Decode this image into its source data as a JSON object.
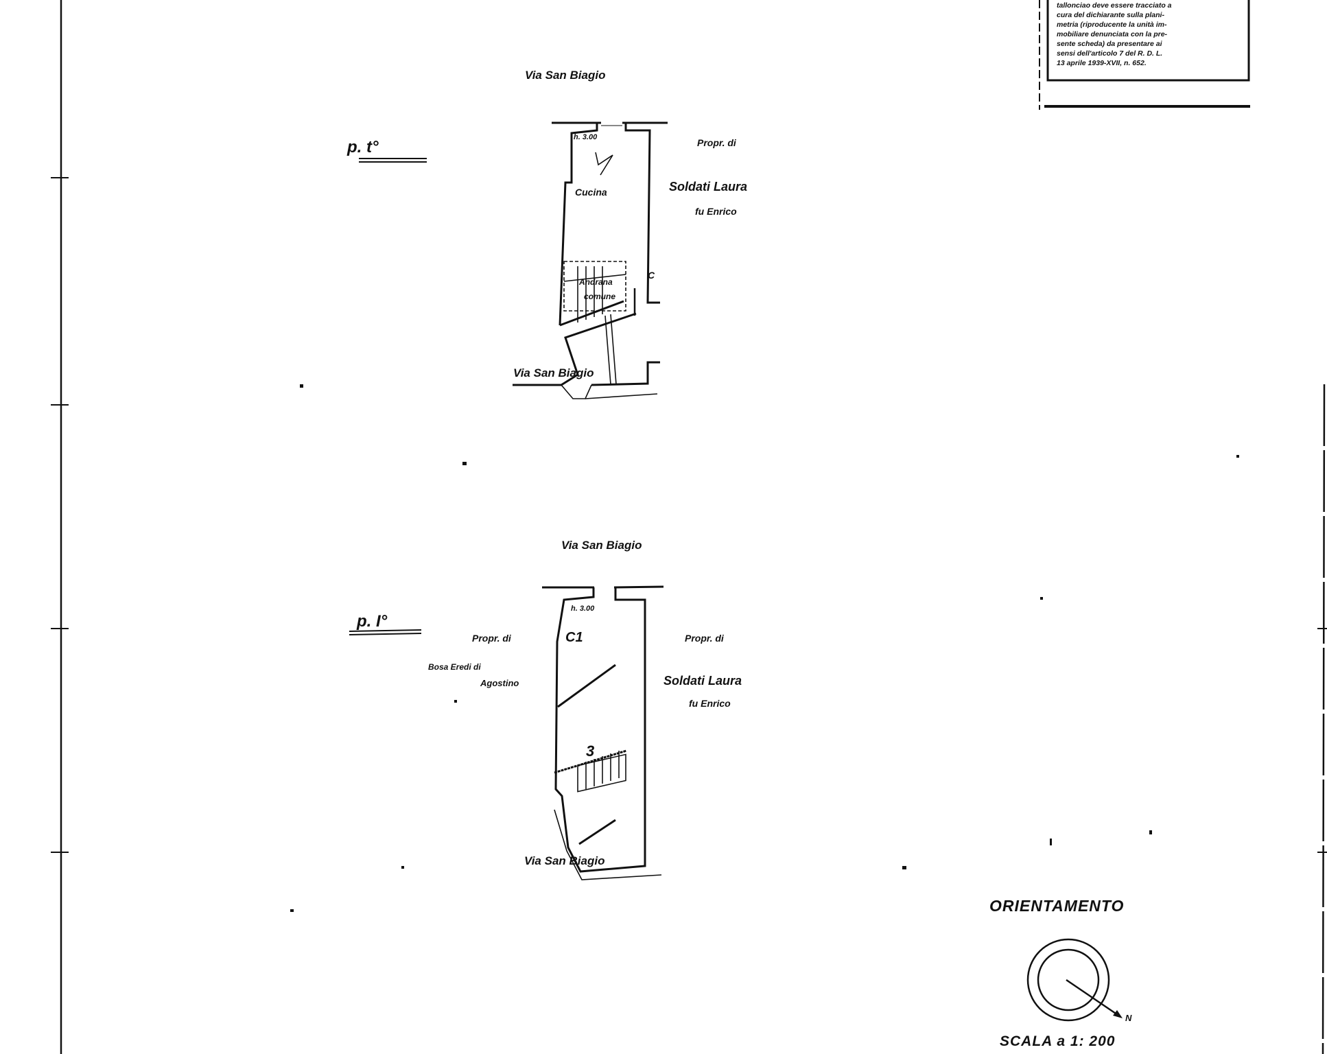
{
  "notice_box": {
    "lines": [
      "tallonciao deve essere tracciato a",
      "cura del dichiarante sulla plani-",
      "metria (riproducente la unità im-",
      "mobiliare denunciata con la pre-",
      "sente scheda) da presentare ai",
      "sensi dell'articolo 7 del R. D. L.",
      "13 aprile 1939-XVII, n. 652."
    ]
  },
  "plan_ground": {
    "floor_label": "p. t°",
    "street_top": "Via San Biagio",
    "street_bottom": "Via San Biagio",
    "height_label": "h. 3.00",
    "room_kitchen": "Cucina",
    "room_hall_1": "Andrana",
    "room_hall_2": "comune",
    "mark_c": "C",
    "neighbor_right_1": "Propr. di",
    "neighbor_right_2": "Soldati Laura",
    "neighbor_right_3": "fu Enrico"
  },
  "plan_first": {
    "floor_label": "p. I°",
    "street_top": "Via San Biagio",
    "street_bottom": "Via San Biagio",
    "height_label": "h. 3.00",
    "room_1": "C1",
    "room_2": "3",
    "neighbor_left_1": "Propr. di",
    "neighbor_left_2": "Bosa Eredi di",
    "neighbor_left_3": "Agostino",
    "neighbor_right_1": "Propr. di",
    "neighbor_right_2": "Soldati Laura",
    "neighbor_right_3": "fu Enrico"
  },
  "orientation": {
    "title": "ORIENTAMENTO",
    "north_mark": "N",
    "scale": "SCALA a 1: 200"
  }
}
